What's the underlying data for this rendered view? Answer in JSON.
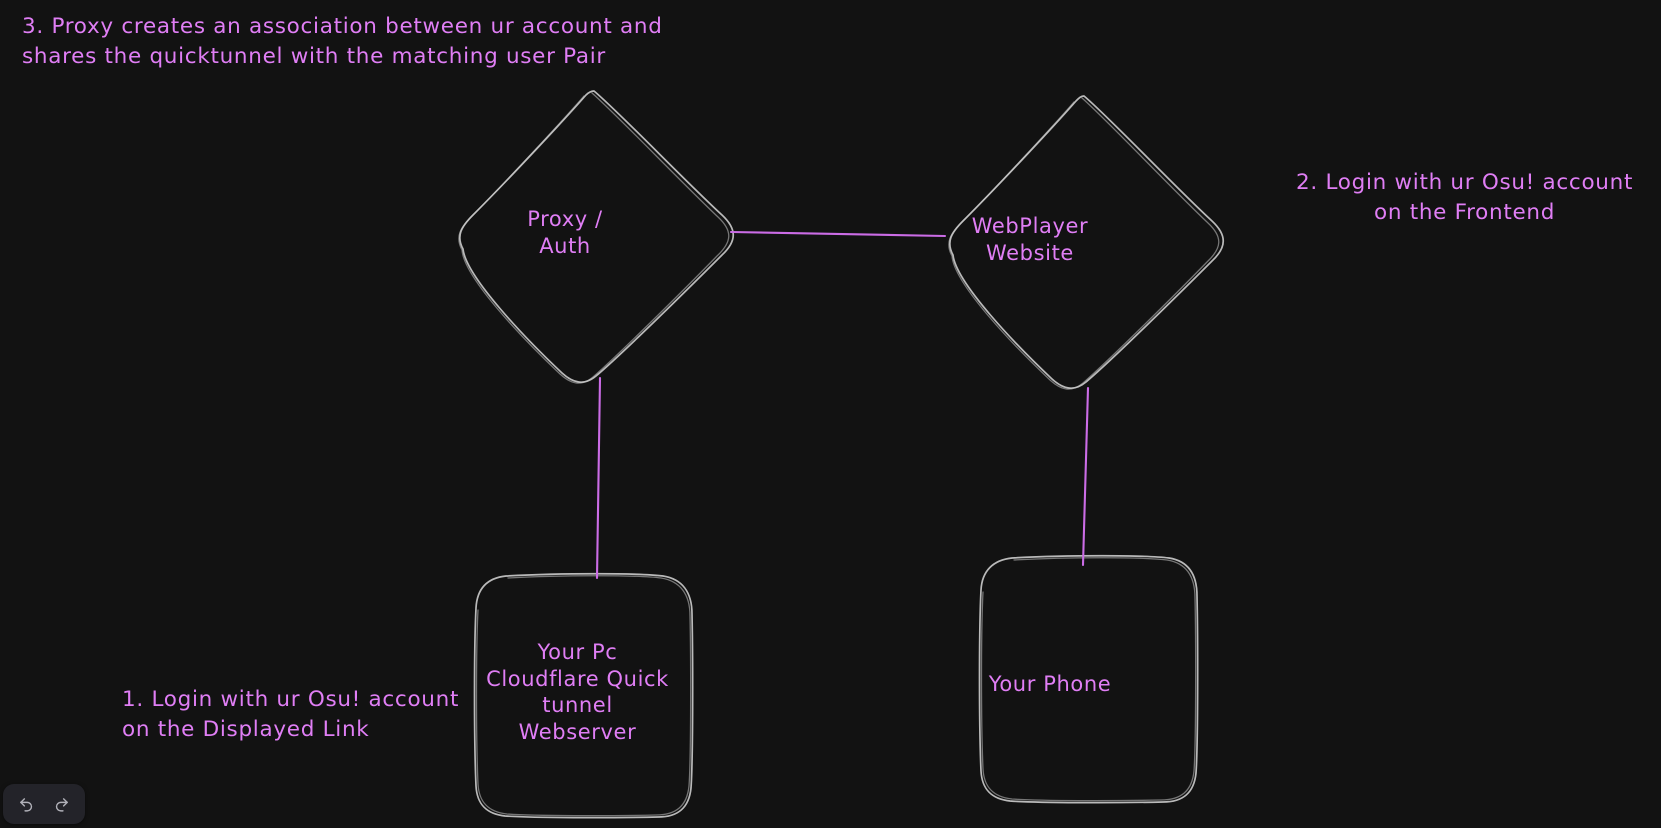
{
  "app": {
    "canvas_background": "#121212",
    "stroke_color": "#c9c9c9",
    "connector_color": "#cb6ce6",
    "text_color": "#e07ef5"
  },
  "nodes": [
    {
      "id": "proxy-auth",
      "shape": "diamond",
      "label": "Proxy /\nAuth"
    },
    {
      "id": "webplayer",
      "shape": "diamond",
      "label": "WebPlayer\nWebsite"
    },
    {
      "id": "your-pc",
      "shape": "rounded-rect",
      "label": "Your Pc\nCloudflare Quick\ntunnel\nWebserver"
    },
    {
      "id": "your-phone",
      "shape": "rounded-rect",
      "label": "Your Phone"
    }
  ],
  "connectors": [
    {
      "id": "proxy-to-webplayer",
      "from": "proxy-auth",
      "to": "webplayer",
      "orientation": "horizontal"
    },
    {
      "id": "proxy-to-pc",
      "from": "proxy-auth",
      "to": "your-pc",
      "orientation": "vertical"
    },
    {
      "id": "webplayer-to-phone",
      "from": "webplayer",
      "to": "your-phone",
      "orientation": "vertical"
    }
  ],
  "annotations": {
    "note_3": "3. Proxy creates an association between ur account and\n  shares the quicktunnel with the matching user Pair",
    "note_2": "2. Login with ur Osu! account\non the Frontend",
    "note_1": "1. Login with ur Osu! account\non the Displayed Link"
  },
  "toolbar": {
    "undo_label": "Undo",
    "redo_label": "Redo"
  }
}
